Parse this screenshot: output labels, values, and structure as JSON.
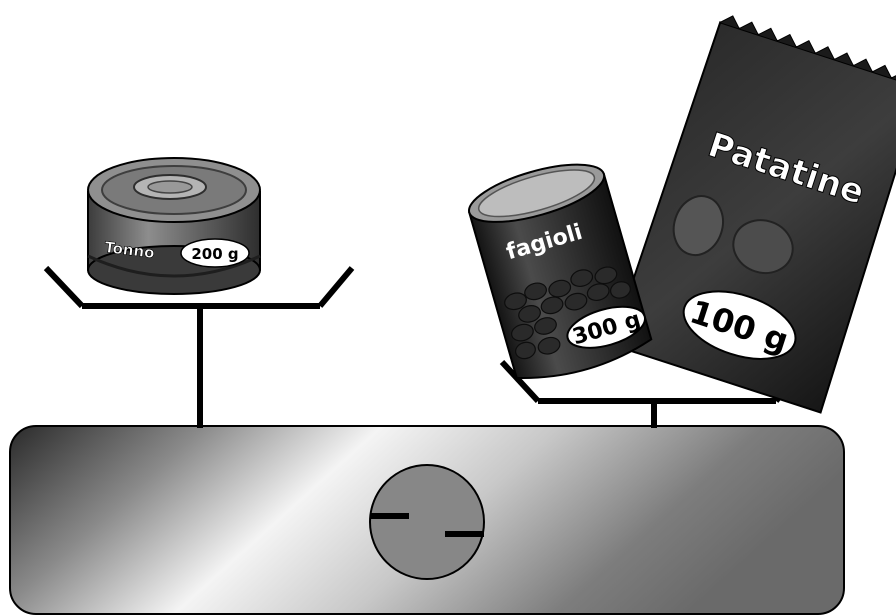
{
  "left_pan": {
    "tuna": {
      "name": "Tonno",
      "weight": "200 g"
    }
  },
  "right_pan": {
    "beans": {
      "name": "fagioli",
      "weight": "300 g"
    },
    "chips": {
      "name": "Patatine",
      "weight": "100 g"
    }
  },
  "scale": {
    "dial": "balanced-dial"
  },
  "colors": {
    "ink": "#000000",
    "paper": "#ffffff"
  }
}
